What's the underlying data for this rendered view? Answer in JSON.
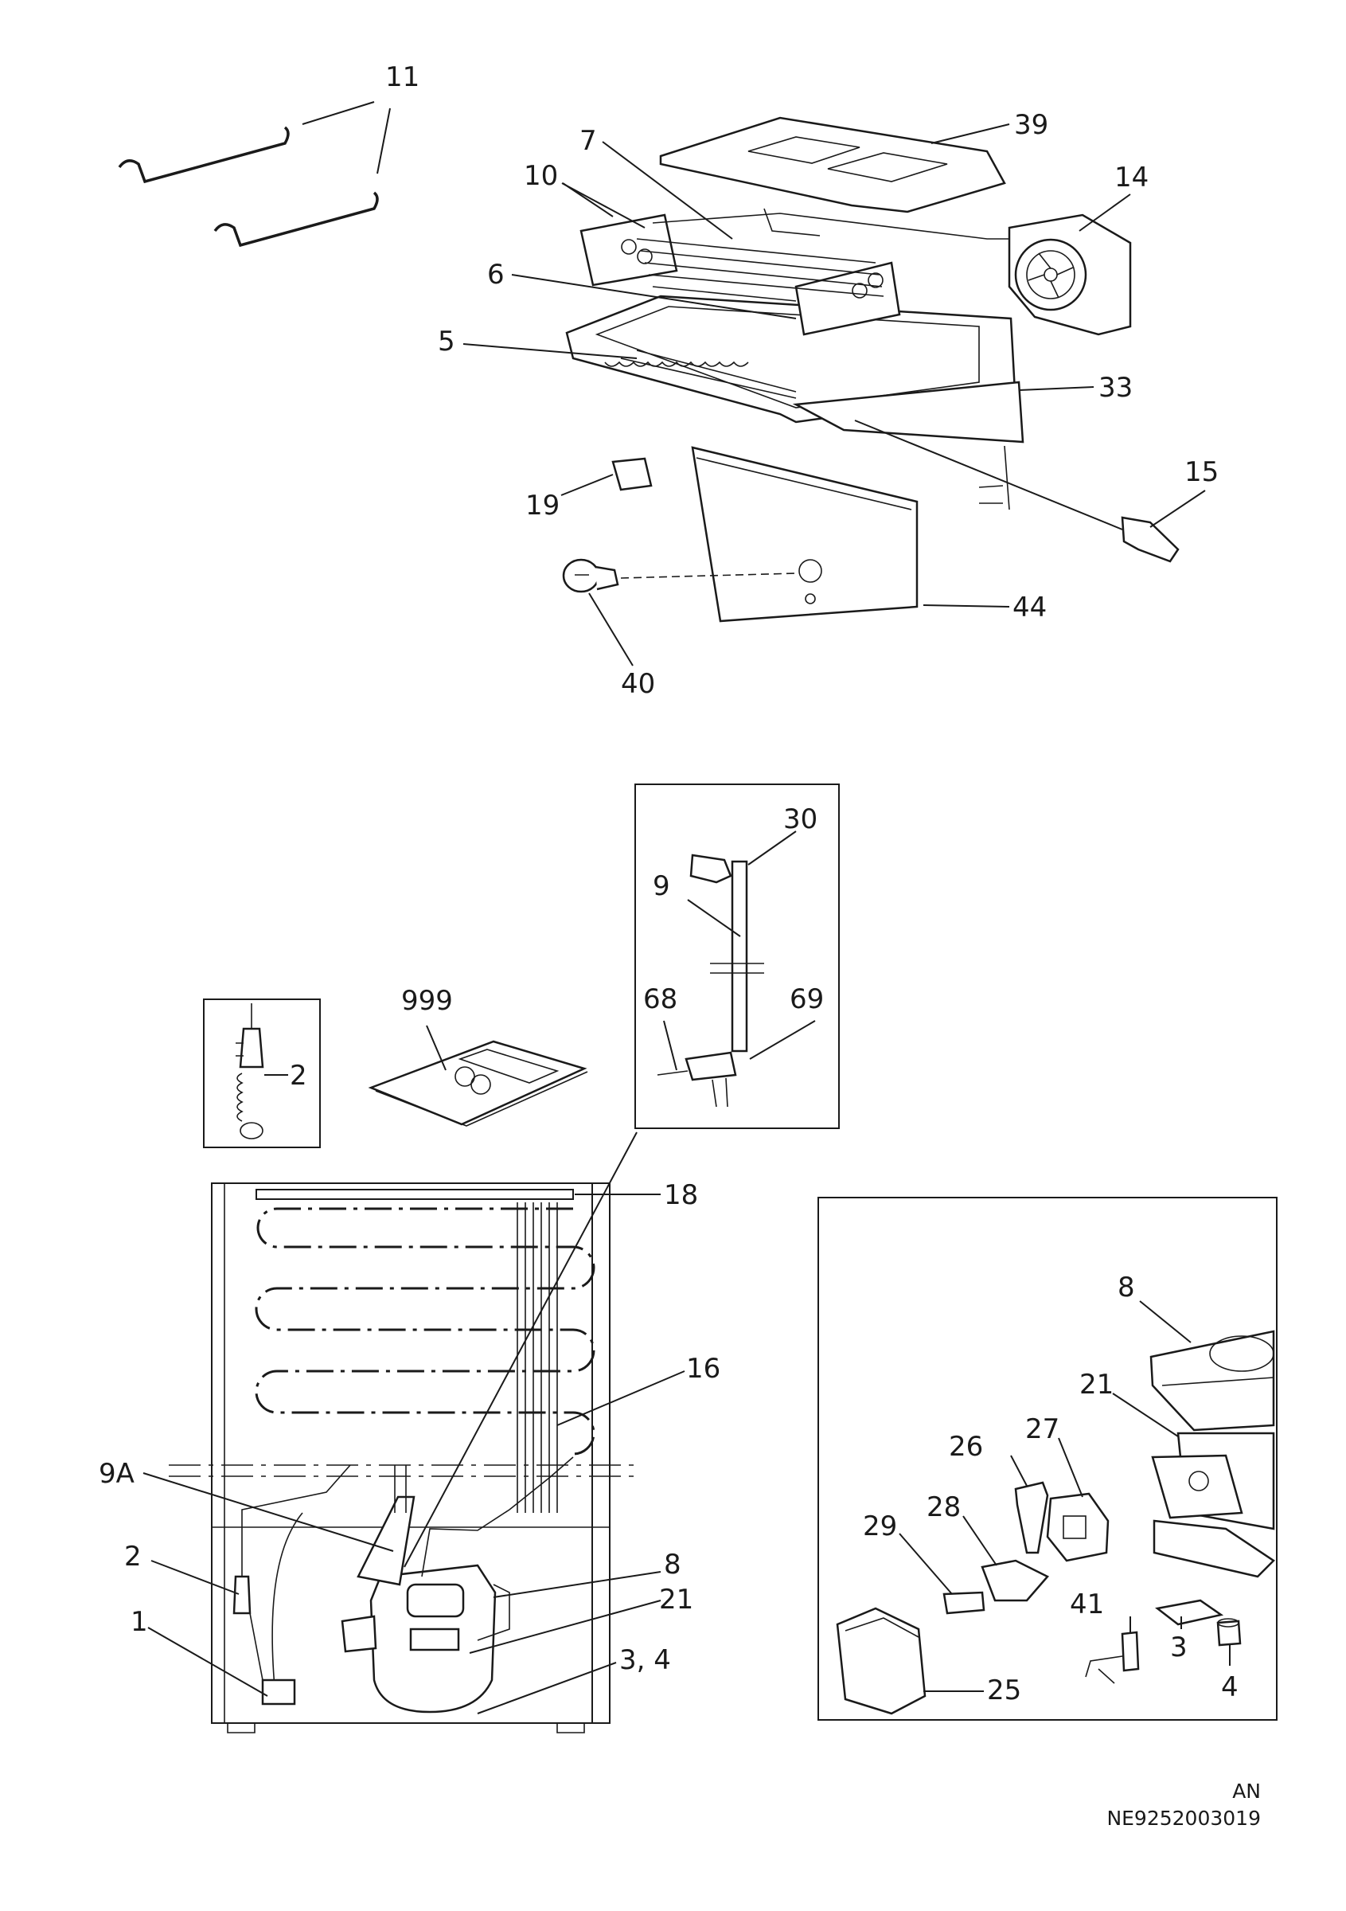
{
  "labels": {
    "p11": "11",
    "p39": "39",
    "p7": "7",
    "p10": "10",
    "p14": "14",
    "p6": "6",
    "p5": "5",
    "p33": "33",
    "p15": "15",
    "p19": "19",
    "p44": "44",
    "p40": "40",
    "p30": "30",
    "p9": "9",
    "p68": "68",
    "p69": "69",
    "p999": "999",
    "p2_inset": "2",
    "p18": "18",
    "p16": "16",
    "p9a": "9A",
    "p2": "2",
    "p1": "1",
    "p8": "8",
    "p21": "21",
    "p34": "3,  4",
    "p8b": "8",
    "p21b": "21",
    "p26": "26",
    "p27": "27",
    "p28": "28",
    "p29": "29",
    "p41": "41",
    "p3": "3",
    "p4": "4",
    "p25": "25"
  },
  "footer": {
    "code1": "AN",
    "code2": "NE9252003019"
  }
}
